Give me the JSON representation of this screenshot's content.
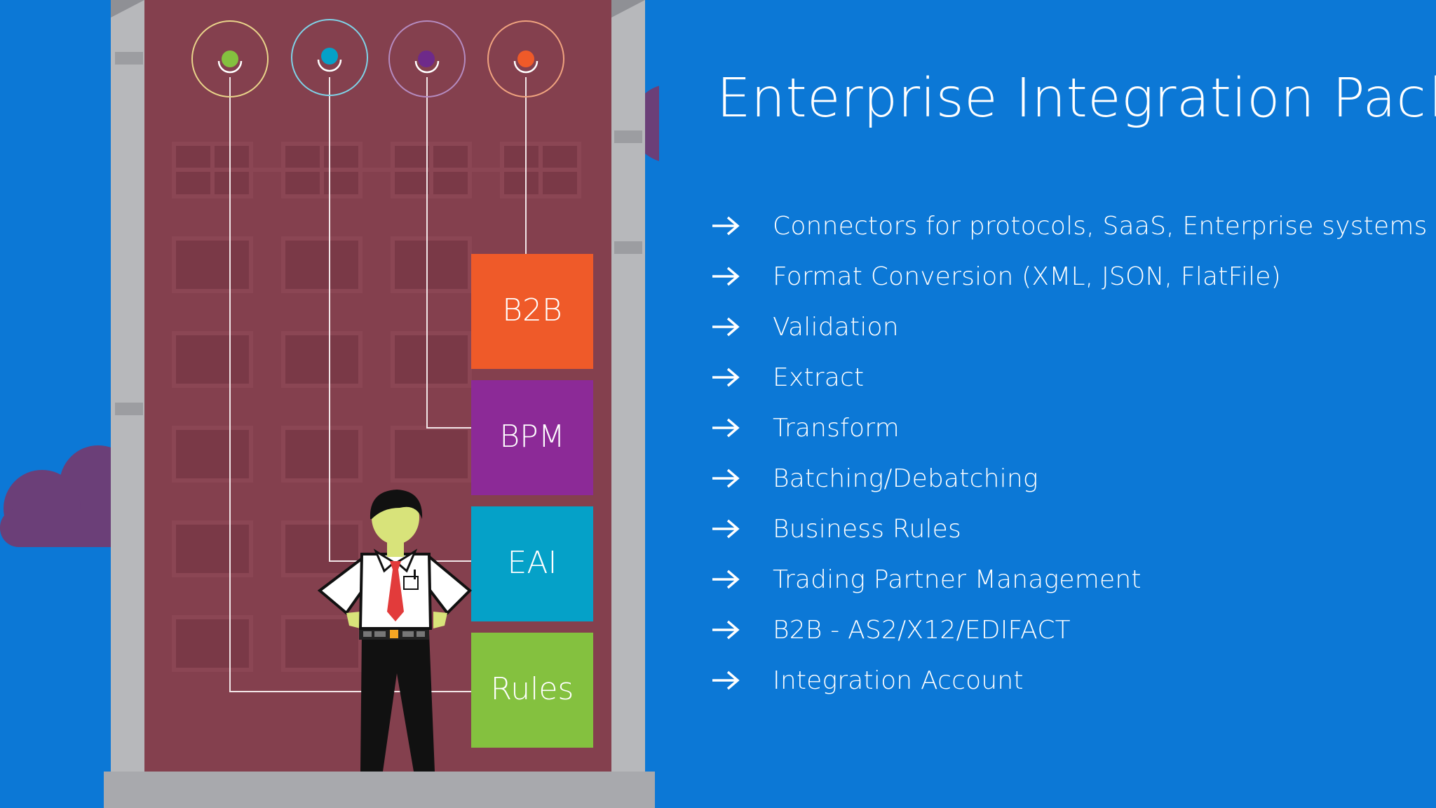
{
  "title": "Enterprise Integration Pack",
  "features": [
    "Connectors for protocols, SaaS, Enterprise systems",
    "Format Conversion (XML, JSON, FlatFile)",
    "Validation",
    "Extract",
    "Transform",
    "Batching/Debatching",
    "Business Rules",
    "Trading Partner Management",
    "B2B - AS2/X12/EDIFACT",
    "Integration Account"
  ],
  "modules": {
    "b2b": {
      "label": "B2B",
      "color": "#ef5a29"
    },
    "bpm": {
      "label": "BPM",
      "color": "#8c2a97"
    },
    "eai": {
      "label": "EAI",
      "color": "#05a1c8"
    },
    "rules": {
      "label": "Rules",
      "color": "#84c13f"
    }
  },
  "colors": {
    "background": "#0c78d6",
    "building": "#84404e",
    "cloud": "#6b3f78",
    "pillar": "#b7b8bb"
  },
  "icons": {
    "bullet": "arrow-right-icon"
  }
}
